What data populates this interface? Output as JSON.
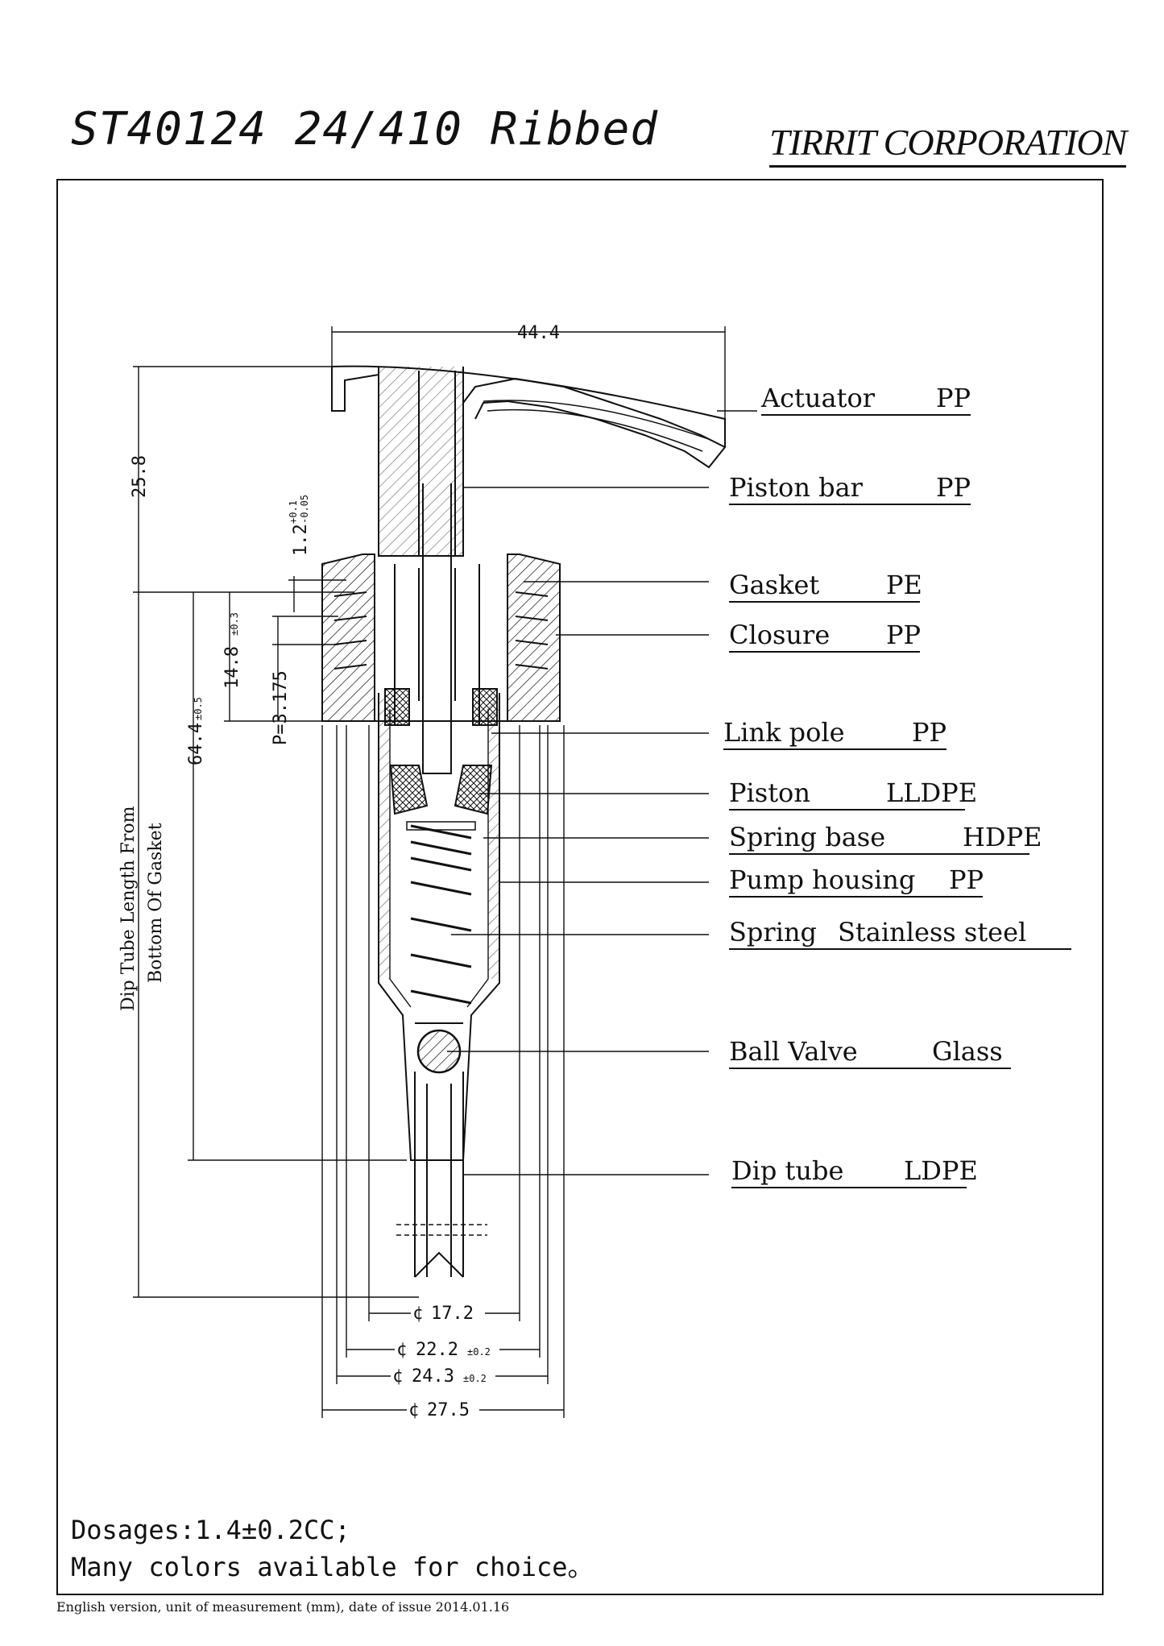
{
  "header": {
    "title": "ST40124 24/410 Ribbed",
    "company": "TIRRIT CORPORATION"
  },
  "parts": [
    {
      "name": "Actuator",
      "material": "PP"
    },
    {
      "name": "Piston bar",
      "material": "PP"
    },
    {
      "name": "Gasket",
      "material": "PE"
    },
    {
      "name": "Closure",
      "material": "PP"
    },
    {
      "name": "Link pole",
      "material": "PP"
    },
    {
      "name": "Piston",
      "material": "LLDPE"
    },
    {
      "name": "Spring base",
      "material": "HDPE"
    },
    {
      "name": "Pump housing",
      "material": "PP"
    },
    {
      "name": "Spring",
      "material": "Stainless steel"
    },
    {
      "name": "Ball Valve",
      "material": "Glass"
    },
    {
      "name": "Dip tube",
      "material": "LDPE"
    }
  ],
  "dimensions": {
    "top_width": "44.4",
    "head_height": "25.8",
    "gasket_thickness": "1.2",
    "gasket_tol_upper": "+0.1",
    "gasket_tol_lower": "-0.05",
    "thread_height": "14.8",
    "thread_tol": "±0.3",
    "pitch": "P=3.175",
    "housing_length": "64.4",
    "housing_tol": "±0.5",
    "dip_tube_label_line1": "Dip Tube Length From",
    "dip_tube_label_line2": "Bottom Of Gasket",
    "dia_1": "17.2",
    "dia_2": "22.2",
    "dia_2_tol": "±0.2",
    "dia_3": "24.3",
    "dia_3_tol": "±0.2",
    "dia_4": "27.5",
    "dia_symbol": "¢"
  },
  "notes": {
    "dosage": "Dosages:1.4±0.2CC;",
    "colors": "Many colors available for choice。"
  },
  "footer": {
    "issue": "English version, unit of measurement (mm), date of issue 2014.01.16"
  }
}
